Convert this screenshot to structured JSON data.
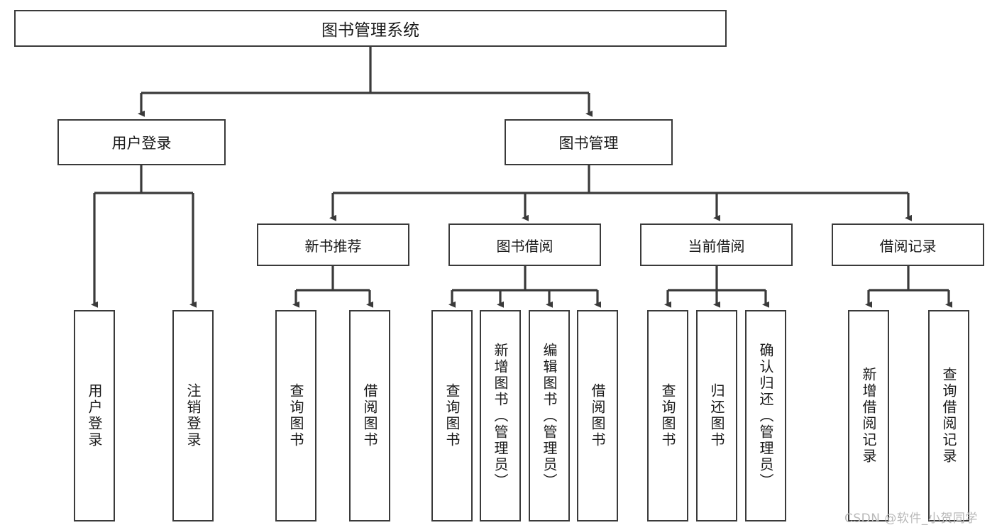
{
  "diagram": {
    "type": "tree-hierarchy",
    "title": "图书管理系统",
    "root": {
      "label": "图书管理系统"
    },
    "level1": [
      {
        "label": "用户登录"
      },
      {
        "label": "图书管理"
      }
    ],
    "level2": [
      {
        "label": "新书推荐"
      },
      {
        "label": "图书借阅"
      },
      {
        "label": "当前借阅"
      },
      {
        "label": "借阅记录"
      }
    ],
    "leaves": {
      "user_login": [
        {
          "label": "用户登录"
        },
        {
          "label": "注销登录"
        }
      ],
      "new_book_recommend": [
        {
          "label": "查询图书"
        },
        {
          "label": "借阅图书"
        }
      ],
      "book_borrow": [
        {
          "label": "查询图书"
        },
        {
          "label": "新增图书（管理员）"
        },
        {
          "label": "编辑图书（管理员）"
        },
        {
          "label": "借阅图书"
        }
      ],
      "current_borrow": [
        {
          "label": "查询图书"
        },
        {
          "label": "归还图书"
        },
        {
          "label": "确认归还（管理员）"
        }
      ],
      "borrow_record": [
        {
          "label": "新增借阅记录"
        },
        {
          "label": "查询借阅记录"
        }
      ]
    }
  },
  "watermark": {
    "text": "CSDN @软件_小贺同学"
  },
  "colors": {
    "border": "#3a3a3a",
    "background": "#ffffff",
    "text": "#1a1a1a",
    "watermark": "#b9b9b9"
  }
}
